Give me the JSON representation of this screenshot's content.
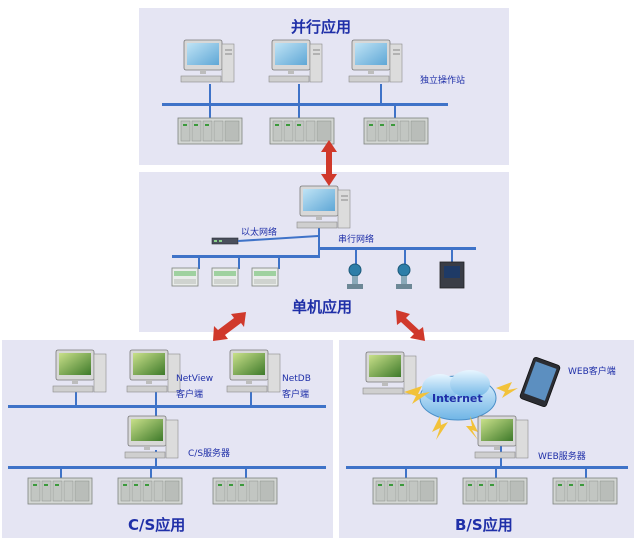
{
  "panels": {
    "parallel": {
      "title": "并行应用",
      "ws_label": "独立操作站"
    },
    "single": {
      "title": "单机应用",
      "ethernet_label": "以太网络",
      "serial_label": "串行网络"
    },
    "cs": {
      "title": "C/S应用",
      "netview_label": "NetView",
      "netview_client": "客户端",
      "netdb_label": "NetDB",
      "netdb_client": "客户端",
      "server_label": "C/S服务器"
    },
    "bs": {
      "title": "B/S应用",
      "internet_label": "Internet",
      "web_client_label": "WEB客户端",
      "web_server_label": "WEB服务器"
    }
  },
  "colors": {
    "panel_bg": "#e5e5f3",
    "title_text": "#1f2fa8",
    "bus_line": "#3f73c8",
    "arrow": "#d0392b"
  }
}
